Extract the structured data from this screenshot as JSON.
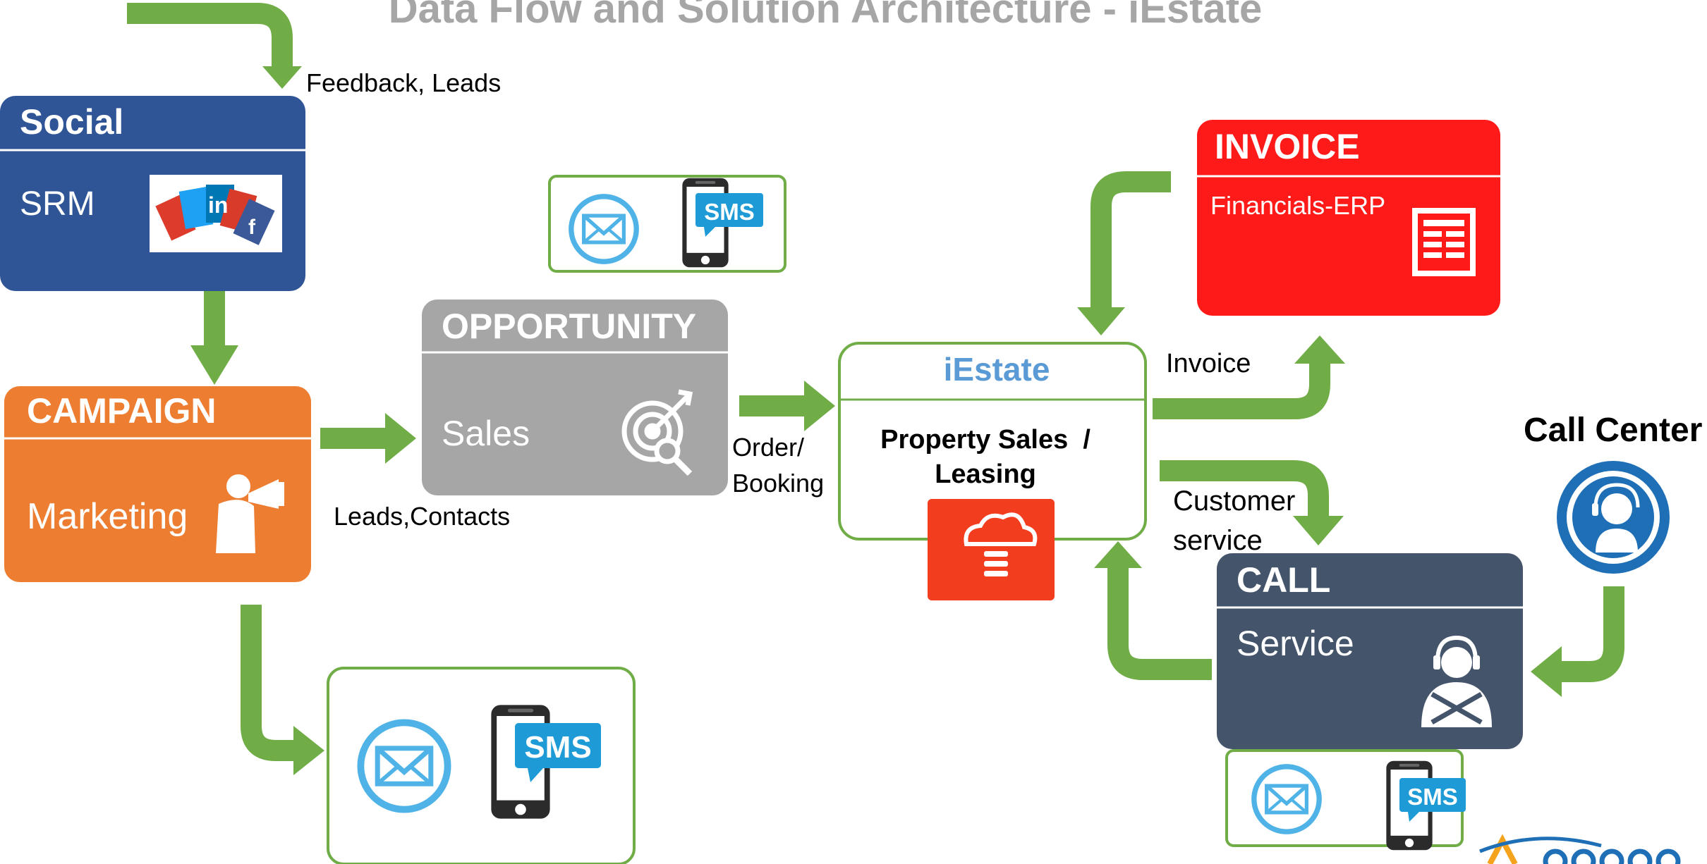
{
  "title": "Data Flow and Solution Architecture - iEstate",
  "social": {
    "title": "Social",
    "subtitle": "SRM"
  },
  "campaign": {
    "title": "CAMPAIGN",
    "subtitle": "Marketing"
  },
  "opportunity": {
    "title": "OPPORTUNITY",
    "subtitle": "Sales"
  },
  "iestate": {
    "title": "iEstate",
    "line1": "Property Sales  /",
    "line2": "Leasing"
  },
  "invoice": {
    "title": "INVOICE",
    "subtitle": "Financials-ERP"
  },
  "call": {
    "title": "CALL",
    "subtitle": "Service"
  },
  "call_center": {
    "label": "Call Center"
  },
  "sms_label": "SMS",
  "labels": {
    "feedback_leads": "Feedback, Leads",
    "leads_contacts": "Leads,Contacts",
    "order_line1": "Order/",
    "order_line2": "Booking",
    "invoice": "Invoice",
    "customer_line1": "Customer",
    "customer_line2": "service"
  },
  "colors": {
    "arrow": "#70ad47",
    "social": "#2f5597",
    "campaign": "#ed7d31",
    "opportunity": "#a6a6a6",
    "invoice": "#ff1a1a",
    "call": "#44546a",
    "iestate_title": "#5b9bd5",
    "sms": "#1e9bd7",
    "mail": "#4fb3e8",
    "cloud": "#f23d1f"
  },
  "icons": [
    "social-media-icon",
    "megaphone-person-icon",
    "target-icon",
    "document-icon",
    "headset-agent-icon",
    "cloud-database-icon",
    "call-center-icon",
    "envelope-icon",
    "sms-phone-icon",
    "company-logo-icon"
  ]
}
